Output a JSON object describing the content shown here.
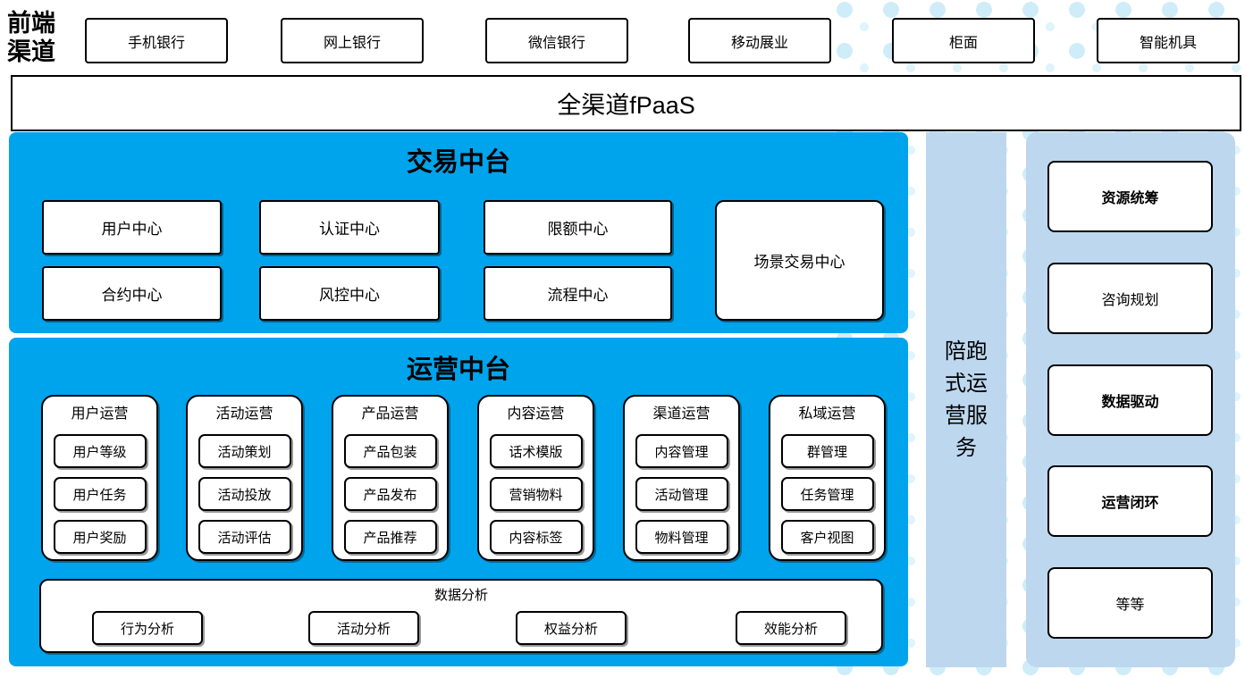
{
  "front_channels": {
    "label": "前端渠道",
    "items": [
      "手机银行",
      "网上银行",
      "微信银行",
      "移动展业",
      "柜面",
      "智能机具"
    ]
  },
  "fpaas": {
    "label": "全渠道fPaaS"
  },
  "trade": {
    "title": "交易中台",
    "row1": [
      "用户中心",
      "认证中心",
      "限额中心"
    ],
    "row2": [
      "合约中心",
      "风控中心",
      "流程中心"
    ],
    "scene_box": "场景交易中心"
  },
  "ops": {
    "title": "运营中台",
    "columns": [
      {
        "title": "用户运营",
        "items": [
          "用户等级",
          "用户任务",
          "用户奖励"
        ]
      },
      {
        "title": "活动运营",
        "items": [
          "活动策划",
          "活动投放",
          "活动评估"
        ]
      },
      {
        "title": "产品运营",
        "items": [
          "产品包装",
          "产品发布",
          "产品推荐"
        ]
      },
      {
        "title": "内容运营",
        "items": [
          "话术模版",
          "营销物料",
          "内容标签"
        ]
      },
      {
        "title": "渠道运营",
        "items": [
          "内容管理",
          "活动管理",
          "物料管理"
        ]
      },
      {
        "title": "私域运营",
        "items": [
          "群管理",
          "任务管理",
          "客户视图"
        ]
      }
    ],
    "analysis": {
      "title": "数据分析",
      "items": [
        "行为分析",
        "活动分析",
        "权益分析",
        "效能分析"
      ]
    }
  },
  "sidebar": {
    "label": "陪跑式运营服务"
  },
  "right_panel": {
    "items": [
      {
        "label": "资源统筹",
        "bold": true
      },
      {
        "label": "咨询规划",
        "bold": false
      },
      {
        "label": "数据驱动",
        "bold": true
      },
      {
        "label": "运营闭环",
        "bold": true
      },
      {
        "label": "等等",
        "bold": false
      }
    ]
  },
  "colors": {
    "primary_blue": "#00a4ec",
    "light_blue": "#bdd7ee",
    "dot_blue": "#cfecf9",
    "box_white": "#ffffff",
    "border_black": "#000000"
  }
}
